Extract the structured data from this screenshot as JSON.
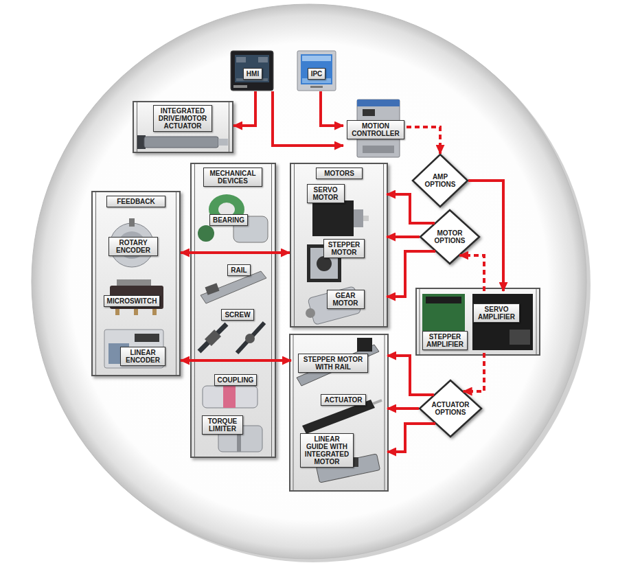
{
  "diagram": {
    "nodes": [
      {
        "text": [
          "HMI"
        ]
      },
      {
        "text": [
          "IPC"
        ]
      },
      {
        "text": [
          "INTEGRATED DRIVE/MOTOR ACTUATOR"
        ]
      },
      {
        "text": [
          "MOTION CONTROLLER"
        ]
      },
      {
        "text": [
          "AMP OPTIONS"
        ]
      },
      {
        "text": [
          "FEEDBACK"
        ]
      },
      {
        "text": [
          "ROTARY ENCODER"
        ],
        "in": 5
      },
      {
        "text": [
          "MICROSWITCH"
        ],
        "in": 5
      },
      {
        "text": [
          "LINEAR ENCODER"
        ],
        "in": 5
      },
      {
        "text": [
          "MECHANICAL DEVICES"
        ]
      },
      {
        "text": [
          "BEARING"
        ],
        "in": 9
      },
      {
        "text": [
          "RAIL"
        ],
        "in": 9
      },
      {
        "text": [
          "SCREW"
        ],
        "in": 9
      },
      {
        "text": [
          "COUPLING"
        ],
        "in": 9
      },
      {
        "text": [
          "TORQUE LIMITER"
        ],
        "in": 9
      },
      {
        "text": [
          "MOTORS"
        ]
      },
      {
        "text": [
          "SERVO MOTOR"
        ],
        "in": 15
      },
      {
        "text": [
          "STEPPER MOTOR"
        ],
        "in": 15
      },
      {
        "text": [
          "GEAR MOTOR"
        ],
        "in": 15
      },
      {
        "text": [
          "MOTOR OPTIONS"
        ]
      },
      {
        "text": [
          "SERVO AMPLIFIER"
        ]
      },
      {
        "text": [
          "STEPPER AMPLIFIER"
        ]
      },
      {
        "text": [
          "STEPPER MOTOR WITH RAIL"
        ]
      },
      {
        "text": [
          "ACTUATOR"
        ]
      },
      {
        "text": [
          "LINEAR GUIDE WITH INTEGRATED MOTOR"
        ]
      },
      {
        "text": [
          "ACTUATOR OPTIONS"
        ]
      }
    ],
    "edges": [
      {
        "from": 0,
        "to": 2,
        "arrow": "to"
      },
      {
        "from": 0,
        "to": 3,
        "arrow": "to"
      },
      {
        "from": 1,
        "to": 3,
        "arrow": "to"
      },
      {
        "from": 3,
        "to": 4,
        "arrow": "to"
      },
      {
        "from": 4,
        "to": 20,
        "arrow": "to"
      },
      {
        "from": 20,
        "to": 19,
        "arrow": "to"
      },
      {
        "from": 19,
        "to": 16,
        "arrow": "to"
      },
      {
        "from": 19,
        "to": 17,
        "arrow": "to"
      },
      {
        "from": 19,
        "to": 18,
        "arrow": "to"
      },
      {
        "from": 20,
        "to": 25,
        "arrow": "to"
      },
      {
        "from": 25,
        "to": 22,
        "arrow": "to"
      },
      {
        "from": 25,
        "to": 23,
        "arrow": "to"
      },
      {
        "from": 25,
        "to": 24,
        "arrow": "to"
      },
      {
        "from": 5,
        "to": 15,
        "arrow": "both"
      },
      {
        "from": 5,
        "to": 22,
        "arrow": "both"
      }
    ]
  }
}
